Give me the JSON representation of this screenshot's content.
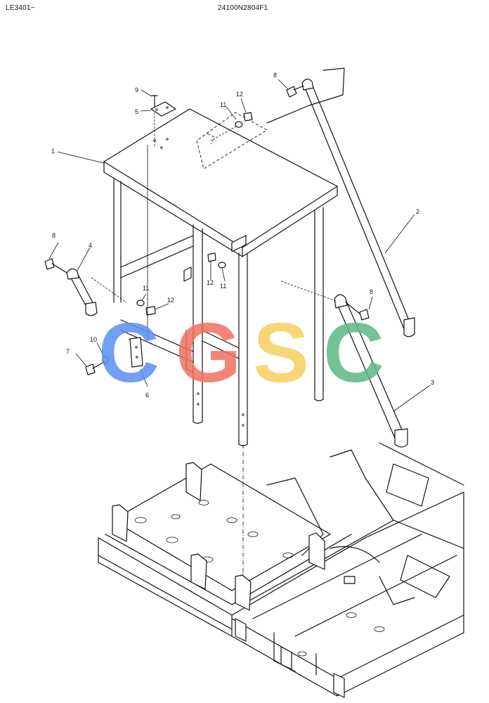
{
  "header": {
    "left_code": "LE3401~",
    "center_code": "24100N2804F1"
  },
  "callouts": {
    "c1": "1",
    "c2": "2",
    "c3": "3",
    "c4": "4",
    "c5": "5",
    "c6": "6",
    "c7": "7",
    "c8a": "8",
    "c8b": "8",
    "c8c": "8",
    "c9": "9",
    "c10": "10",
    "c11a": "11",
    "c11b": "11",
    "c11c": "11",
    "c12a": "12",
    "c12b": "12",
    "c12c": "12"
  },
  "watermark": {
    "letters": [
      "C",
      "G",
      "S",
      "C"
    ],
    "colors": [
      "#5b8ff0",
      "#f07060",
      "#f5d060",
      "#5cb885"
    ]
  }
}
